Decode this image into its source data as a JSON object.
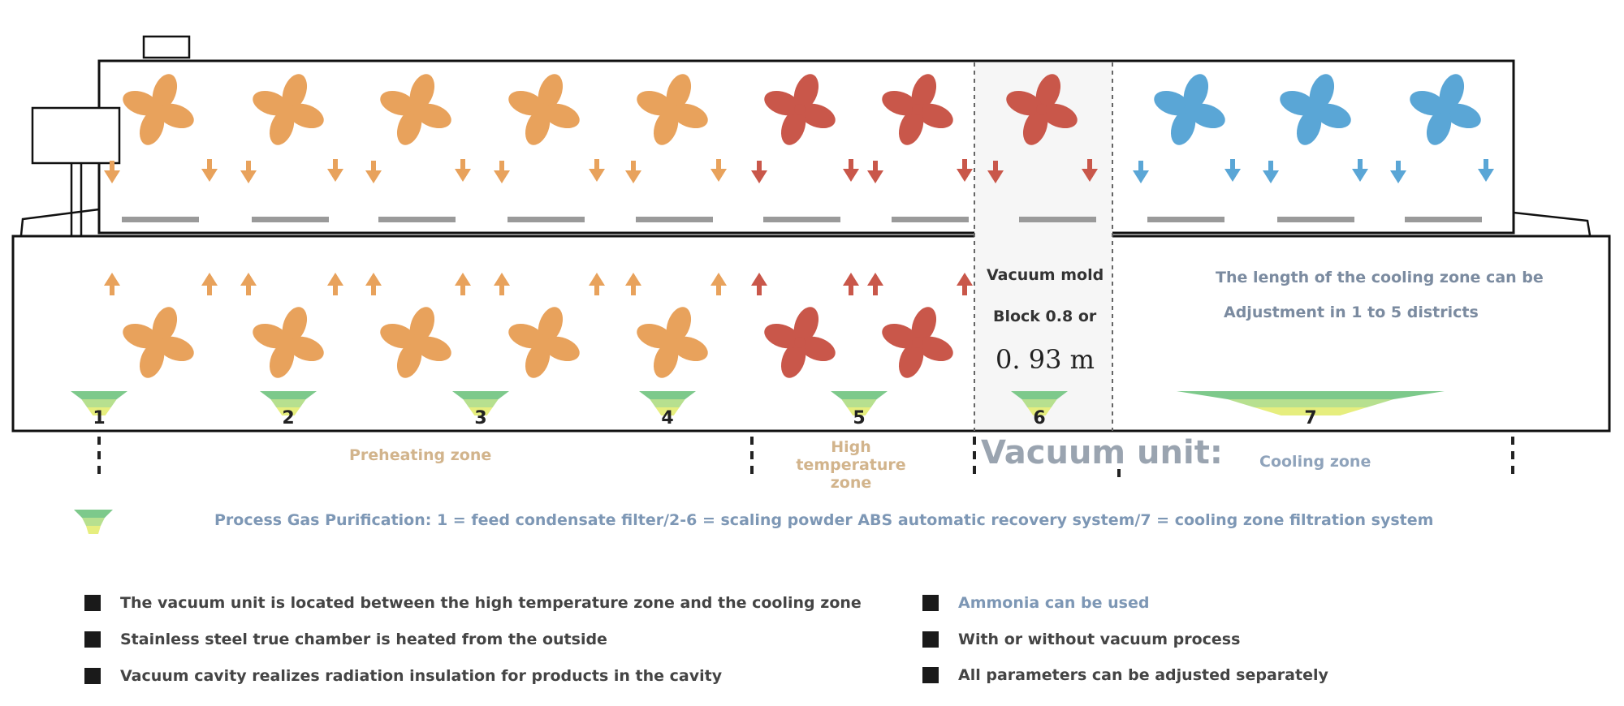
{
  "colors": {
    "preheat": "#e8a25c",
    "high": "#c9574a",
    "cool": "#5aa6d6",
    "filter_green": "#7dc98b",
    "filter_yellow": "#e6ee7e"
  },
  "filters": [
    "1",
    "2",
    "3",
    "4",
    "5",
    "6",
    "7"
  ],
  "zones": {
    "preheating": "Preheating zone",
    "high_temperature": "High temperature zone",
    "vacuum_unit": "Vacuum unit:",
    "cooling": "Cooling zone"
  },
  "vacuum_box": {
    "line1": "Vacuum mold",
    "line2": "Block 0.8 or",
    "line3": "0. 93  m"
  },
  "cooling_note": {
    "line1": "The length of the cooling zone can be",
    "line2": "Adjustment in 1 to 5 districts"
  },
  "gas_purification": "Process Gas Purification: 1 = feed condensate filter/2-6 = scaling powder ABS automatic recovery system/7 = cooling zone filtration system",
  "features_left": [
    "The vacuum unit is located between the high temperature zone and the cooling zone",
    "Stainless steel true chamber is heated from the outside",
    "Vacuum cavity realizes radiation insulation for products in the cavity"
  ],
  "features_right": [
    "Ammonia can be used",
    "With or without vacuum process",
    "All parameters can be adjusted separately"
  ]
}
